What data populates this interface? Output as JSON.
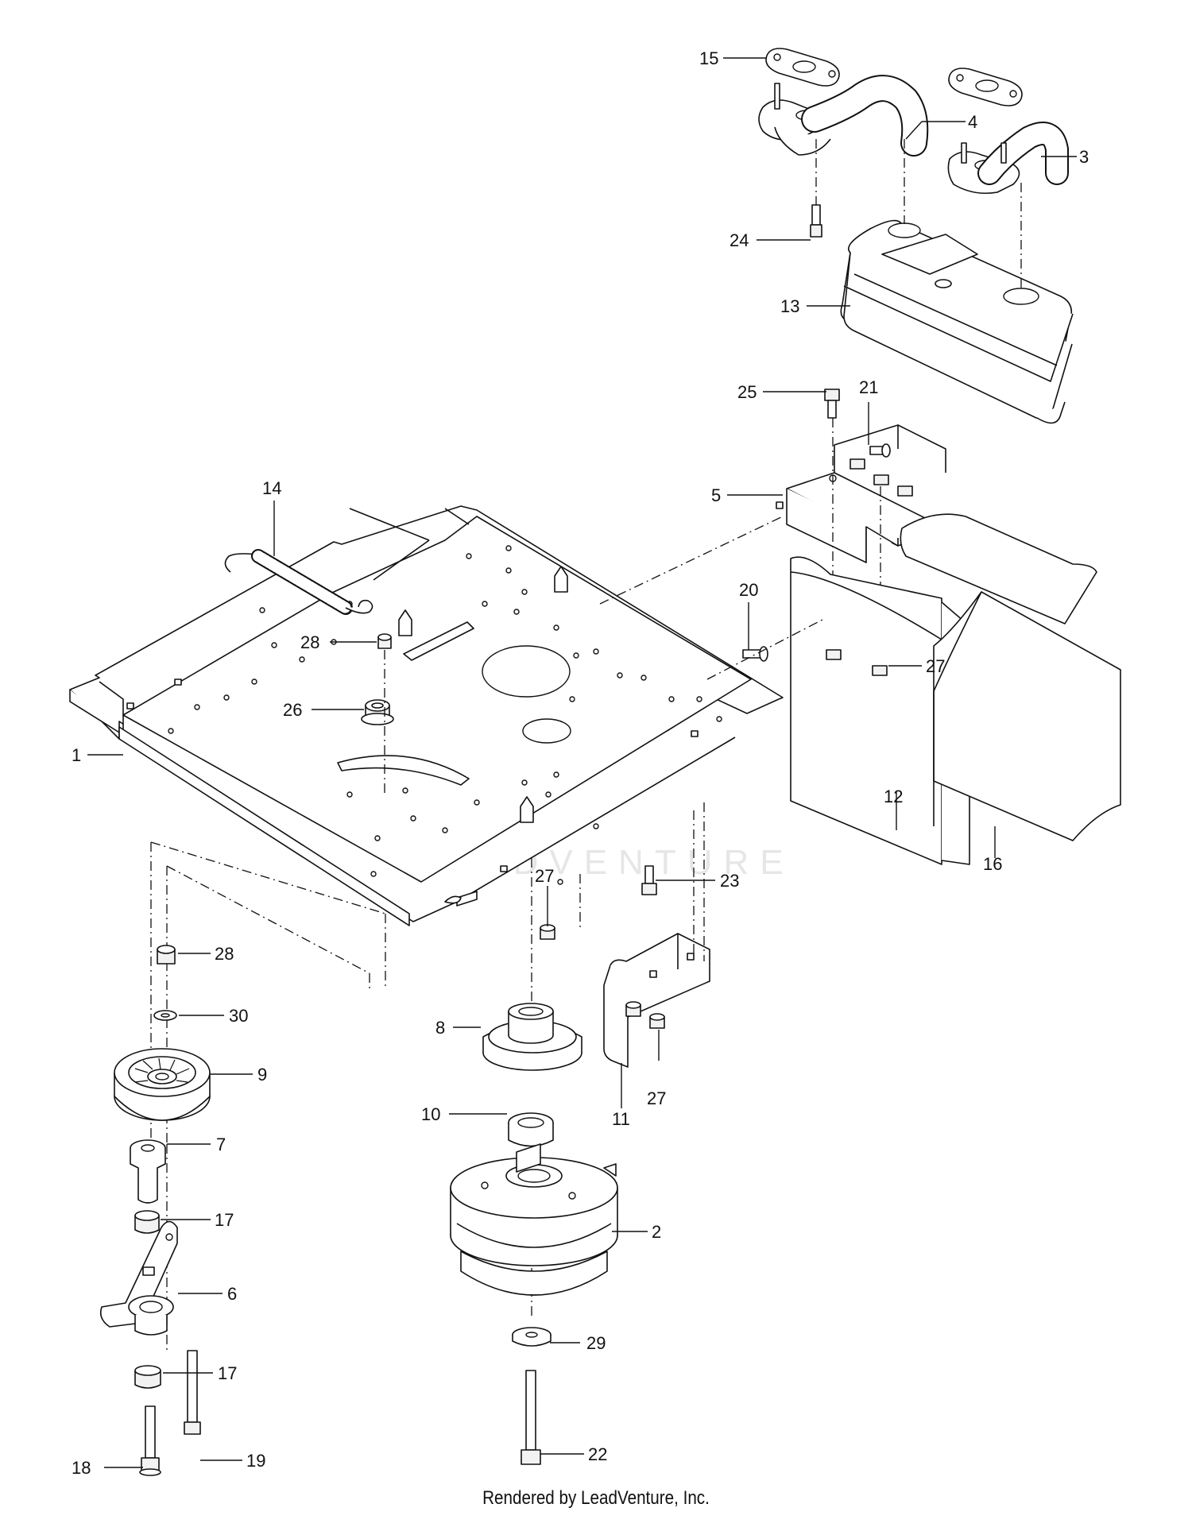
{
  "parts": [
    {
      "number": "1"
    },
    {
      "number": "2"
    },
    {
      "number": "3"
    },
    {
      "number": "4"
    },
    {
      "number": "5"
    },
    {
      "number": "6"
    },
    {
      "number": "7"
    },
    {
      "number": "8"
    },
    {
      "number": "9"
    },
    {
      "number": "10"
    },
    {
      "number": "11"
    },
    {
      "number": "12"
    },
    {
      "number": "13"
    },
    {
      "number": "14"
    },
    {
      "number": "15"
    },
    {
      "number": "16"
    },
    {
      "number": "17a"
    },
    {
      "number": "17b"
    },
    {
      "number": "18"
    },
    {
      "number": "19"
    },
    {
      "number": "20"
    },
    {
      "number": "21"
    },
    {
      "number": "22"
    },
    {
      "number": "23"
    },
    {
      "number": "24"
    },
    {
      "number": "25"
    },
    {
      "number": "26"
    },
    {
      "number": "27a"
    },
    {
      "number": "27b"
    },
    {
      "number": "27c"
    },
    {
      "number": "28a"
    },
    {
      "number": "28b"
    },
    {
      "number": "29"
    },
    {
      "number": "30"
    }
  ],
  "labels": {
    "p1": "1",
    "p2": "2",
    "p3": "3",
    "p4": "4",
    "p5": "5",
    "p6": "6",
    "p7": "7",
    "p8": "8",
    "p9": "9",
    "p10": "10",
    "p11": "11",
    "p12": "12",
    "p13": "13",
    "p14": "14",
    "p15": "15",
    "p16": "16",
    "p17a": "17",
    "p17b": "17",
    "p18": "18",
    "p19": "19",
    "p20": "20",
    "p21": "21",
    "p22": "22",
    "p23": "23",
    "p24": "24",
    "p25": "25",
    "p26": "26",
    "p27a": "27",
    "p27b": "27",
    "p27c": "27",
    "p28a": "28",
    "p28b": "28",
    "p29": "29",
    "p30": "30"
  },
  "watermark": "LEADVENTURE",
  "footer": "Rendered by LeadVenture, Inc."
}
